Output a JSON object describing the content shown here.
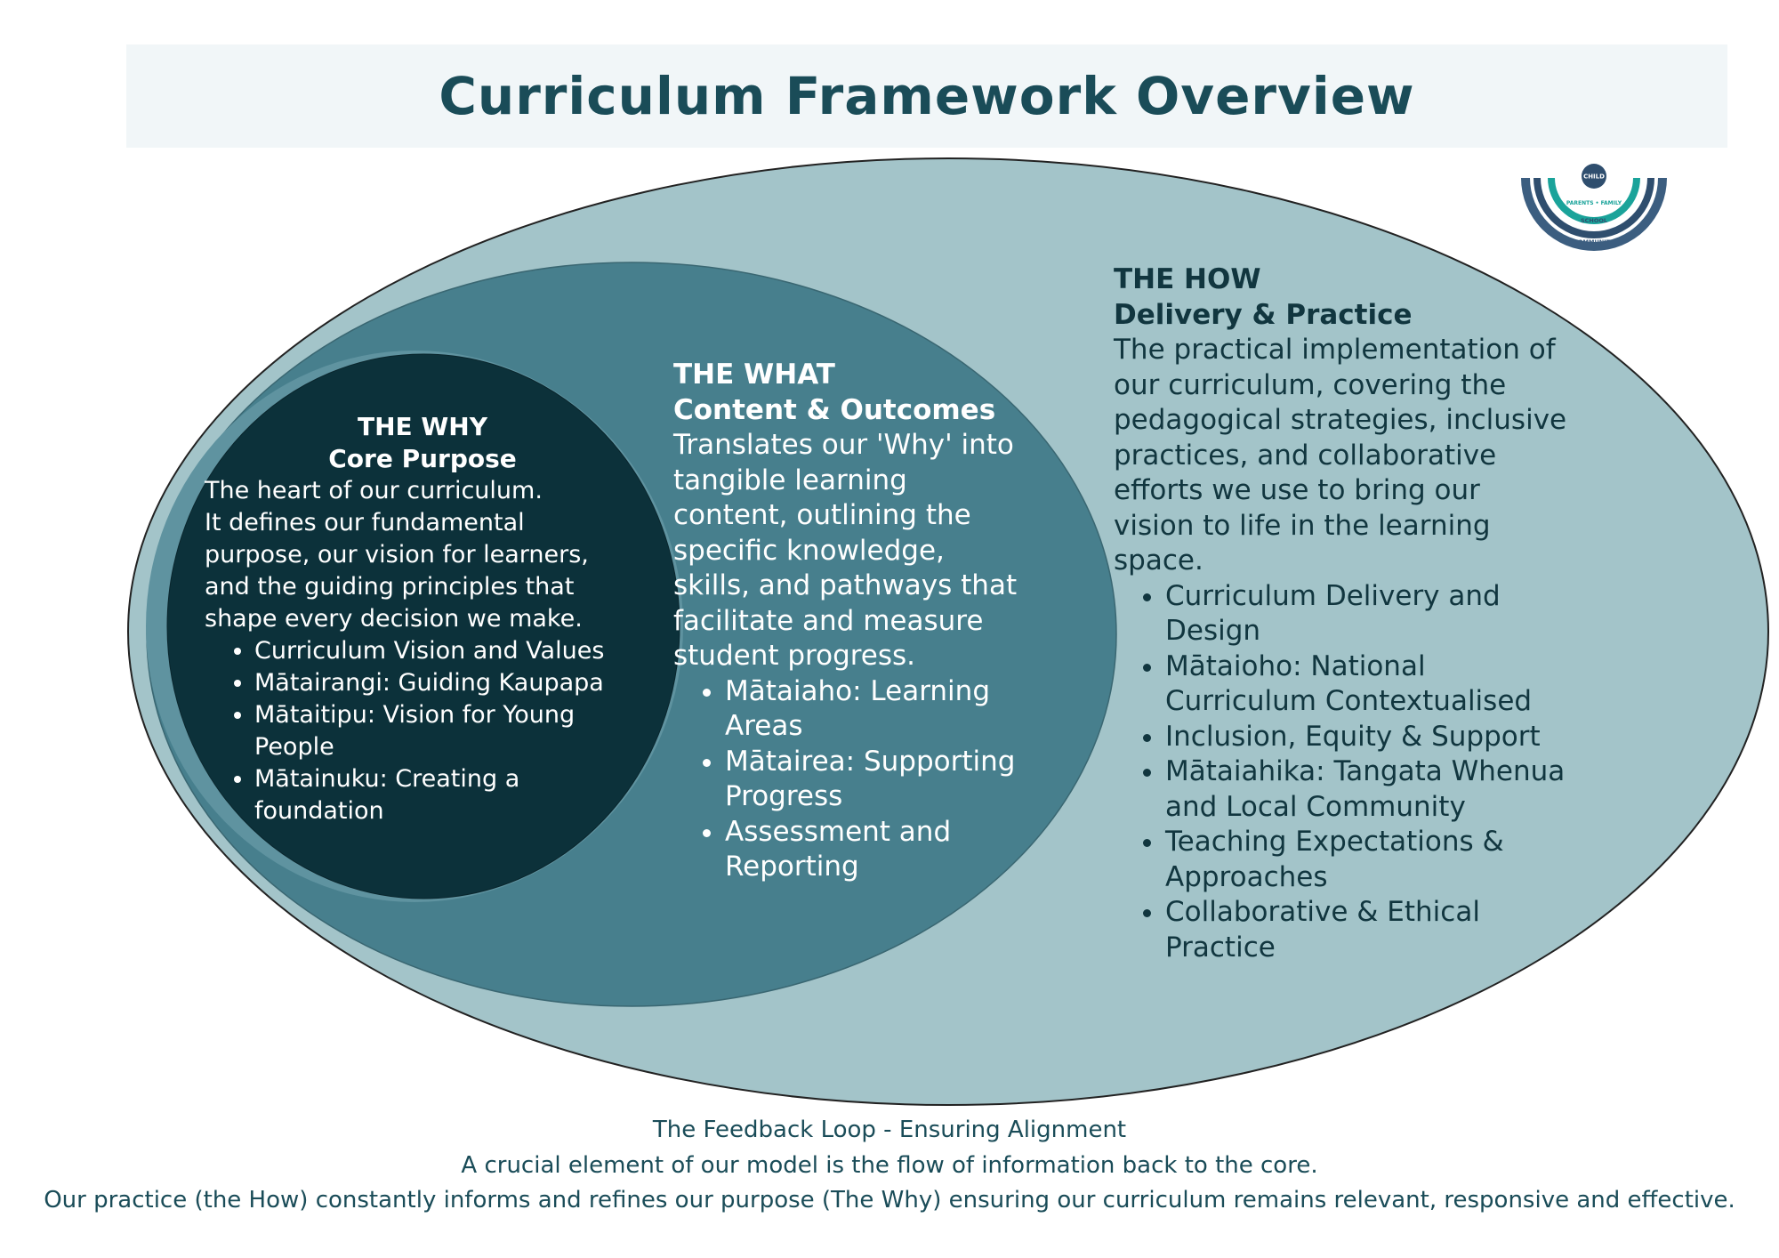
{
  "title": "Curriculum Framework Overview",
  "logo": {
    "rings": [
      "CHILD",
      "PARENTS • FAMILY",
      "SCHOOL",
      "COMMUNITY"
    ],
    "colors": [
      "#2f4e6e",
      "#1aa39a",
      "#2f4e6e",
      "#3c5e80"
    ]
  },
  "colors": {
    "outer": "#a3c4c9",
    "middle": "#477f8d",
    "inner_rim": "#5f93a0",
    "inner": "#0c313a",
    "title": "#1a4c58"
  },
  "why": {
    "heading": "THE WHY",
    "subheading": "Core Purpose",
    "lines": [
      "The heart of our curriculum.",
      "It defines our fundamental",
      "purpose, our vision for learners,",
      "and the guiding principles that",
      "shape every decision we make."
    ],
    "items": [
      "Curriculum Vision and Values",
      "Mātairangi: Guiding Kaupapa",
      "Mātaitipu: Vision for Young People",
      "Mātainuku: Creating a foundation"
    ]
  },
  "what": {
    "heading": "THE WHAT",
    "subheading": "Content & Outcomes",
    "description": "Translates our 'Why' into tangible learning content, outlining the specific knowledge, skills, and pathways that facilitate and measure student progress.",
    "items": [
      "Mātaiaho: Learning Areas",
      "Mātairea: Supporting Progress",
      "Assessment and Reporting"
    ]
  },
  "how": {
    "heading": "THE HOW",
    "subheading": "Delivery & Practice",
    "description": "The practical implementation of our curriculum, covering the pedagogical strategies, inclusive practices, and collaborative efforts we use to bring our vision to life in the learning space.",
    "items": [
      "Curriculum Delivery and Design",
      "Mātaioho: National Curriculum Contextualised",
      "Inclusion, Equity & Support",
      "Mātaiahika: Tangata Whenua and Local Community",
      "Teaching Expectations & Approaches",
      "Collaborative & Ethical Practice"
    ]
  },
  "feedback": {
    "heading": "The Feedback Loop - Ensuring Alignment",
    "line1": "A crucial element of our model is the flow of information back to the core.",
    "line2": "Our practice (the How) constantly informs and refines our purpose (The Why) ensuring our curriculum remains relevant, responsive and effective."
  }
}
